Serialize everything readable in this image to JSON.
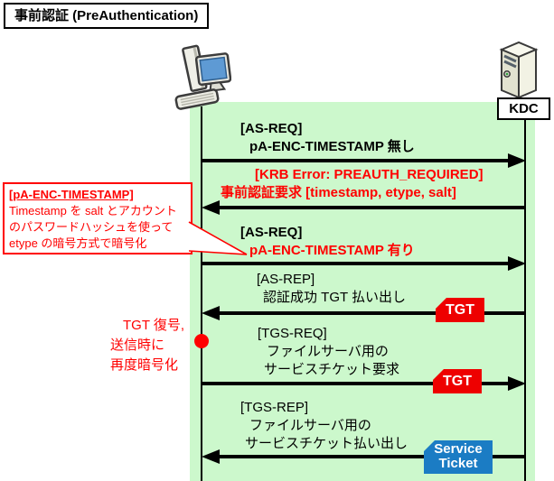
{
  "title": "事前認証 (PreAuthentication)",
  "actors": {
    "client": {
      "icon": "desktop-computer-icon"
    },
    "kdc": {
      "label": "KDC",
      "icon": "server-icon"
    }
  },
  "callout": {
    "heading": "[pA-ENC-TIMESTAMP]",
    "line1": "Timestamp を salt とアカウント",
    "line2": "のパスワードハッシュを使って",
    "line3": "etype の暗号方式で暗号化"
  },
  "side_note": {
    "line1": "TGT 復号,",
    "line2": "送信時に",
    "line3": "再度暗号化"
  },
  "messages": [
    {
      "direction": "right",
      "lines": [
        {
          "text": "[AS-REQ]"
        },
        {
          "text": "pA-ENC-TIMESTAMP 無し"
        }
      ]
    },
    {
      "direction": "left",
      "lines": [
        {
          "text": "[KRB Error: PREAUTH_REQUIRED]"
        },
        {
          "text": "事前認証要求 [timestamp, etype, salt]"
        }
      ]
    },
    {
      "direction": "right",
      "lines": [
        {
          "text": "[AS-REQ]"
        },
        {
          "text": "pA-ENC-TIMESTAMP 有り"
        }
      ]
    },
    {
      "direction": "left",
      "lines": [
        {
          "text": "[AS-REP]"
        },
        {
          "text": "認証成功 TGT 払い出し"
        }
      ]
    },
    {
      "direction": "right",
      "lines": [
        {
          "text": "[TGS-REQ]"
        },
        {
          "text": "ファイルサーバ用の"
        },
        {
          "text": "サービスチケット要求"
        }
      ]
    },
    {
      "direction": "left",
      "lines": [
        {
          "text": "[TGS-REP]"
        },
        {
          "text": "ファイルサーバ用の"
        },
        {
          "text": "サービスチケット払い出し"
        }
      ]
    }
  ],
  "badges": {
    "tgt": "TGT",
    "service_ticket": {
      "line1": "Service",
      "line2": "Ticket"
    }
  },
  "colors": {
    "background_green": "#CCF8CC",
    "accent_red": "#FF0000",
    "badge_red": "#EE0000",
    "badge_blue": "#1B7CC4"
  }
}
